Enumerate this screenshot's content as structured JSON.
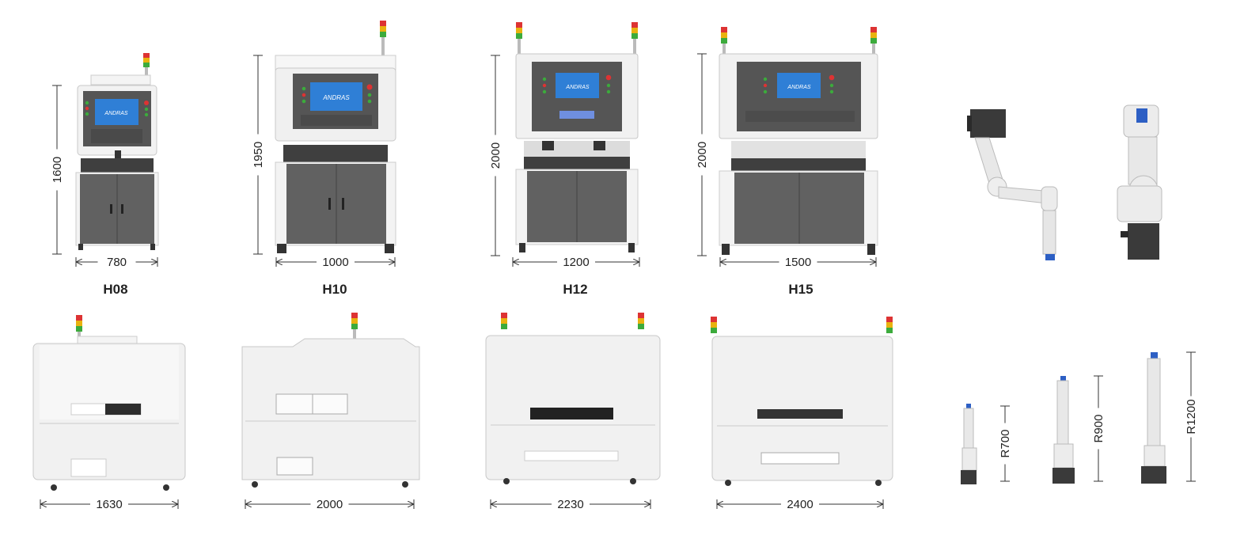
{
  "front_views": [
    {
      "model": "H08",
      "height": "1600",
      "width": "780"
    },
    {
      "model": "H10",
      "height": "1950",
      "width": "1000"
    },
    {
      "model": "H12",
      "height": "2000",
      "width": "1200"
    },
    {
      "model": "H15",
      "height": "2000",
      "width": "1500"
    }
  ],
  "side_views": [
    {
      "length": "1630"
    },
    {
      "length": "2000"
    },
    {
      "length": "2230"
    },
    {
      "length": "2400"
    }
  ],
  "robot_reach": [
    {
      "label": "R700"
    },
    {
      "label": "R900"
    },
    {
      "label": "R1200"
    }
  ],
  "screen_logo": "ANDRAS",
  "colors": {
    "frame": "#f1f1f1",
    "panel": "#5a5a5a",
    "cabinet": "#616161",
    "screen": "#2f7fd6",
    "dim_line": "#333333",
    "robot_blue": "#2d5fc4"
  },
  "icons": [
    "signal-tower-icon",
    "robot-arm-icon"
  ]
}
